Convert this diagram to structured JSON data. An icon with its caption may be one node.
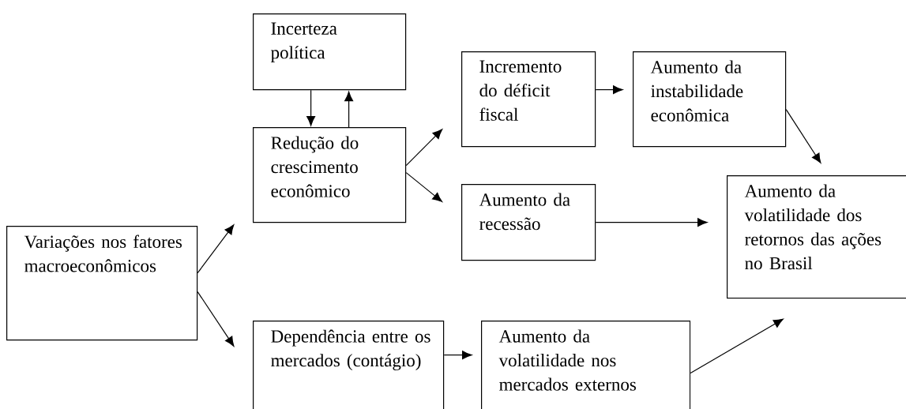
{
  "diagram": {
    "nodes": [
      {
        "text": [
          "Variações nos fatores macroeconômicos"
        ]
      },
      {
        "text": [
          "Incerteza política"
        ]
      },
      {
        "text": [
          "Redução do crescimento econômico"
        ]
      },
      {
        "text": [
          "Incremento do déficit fiscal"
        ]
      },
      {
        "text": [
          "Aumento da instabilidade econômica"
        ]
      },
      {
        "text": [
          "Aumento da recessão"
        ]
      },
      {
        "text": [
          "Aumento da volatilidade dos retornos das ações no Brasil"
        ]
      },
      {
        "text": [
          "Dependência entre os mercados (contágio)"
        ]
      },
      {
        "text": [
          "Aumento da volatilidade nos mercados externos"
        ]
      }
    ],
    "edges": [
      {
        "from": 0,
        "to": 2,
        "arrow": "to"
      },
      {
        "from": 0,
        "to": 7,
        "arrow": "to"
      },
      {
        "from": 1,
        "to": 2,
        "arrow": "to"
      },
      {
        "from": 2,
        "to": 1,
        "arrow": "to"
      },
      {
        "from": 2,
        "to": 3,
        "arrow": "to"
      },
      {
        "from": 2,
        "to": 5,
        "arrow": "to"
      },
      {
        "from": 3,
        "to": 4,
        "arrow": "to"
      },
      {
        "from": 4,
        "to": 6,
        "arrow": "to"
      },
      {
        "from": 5,
        "to": 6,
        "arrow": "to"
      },
      {
        "from": 7,
        "to": 8,
        "arrow": "to"
      },
      {
        "from": 8,
        "to": 6,
        "arrow": "to"
      }
    ]
  }
}
